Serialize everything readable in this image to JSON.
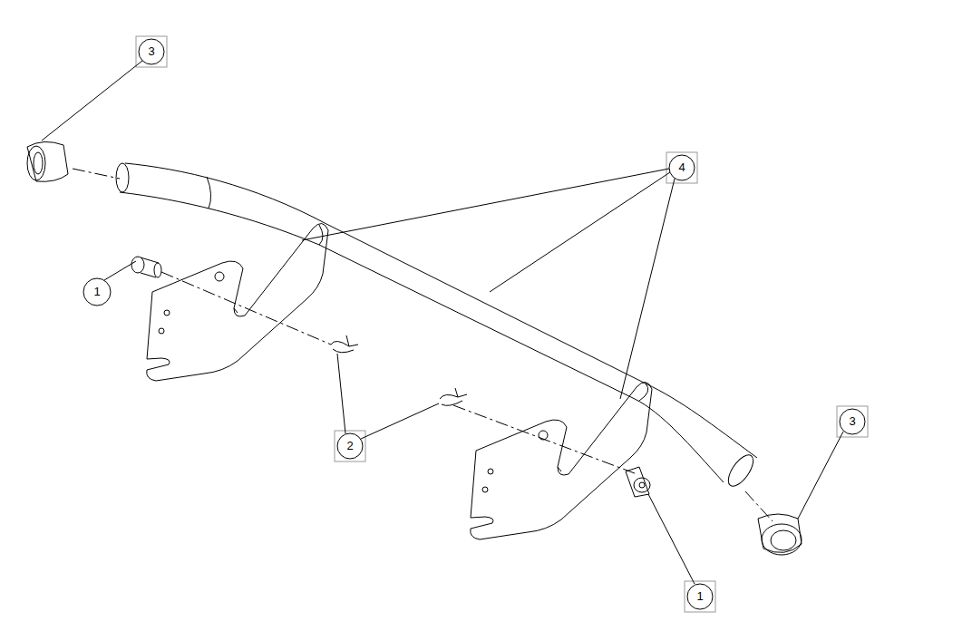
{
  "diagram": {
    "labels": [
      "3",
      "4",
      "1",
      "3",
      "2",
      "1"
    ]
  }
}
